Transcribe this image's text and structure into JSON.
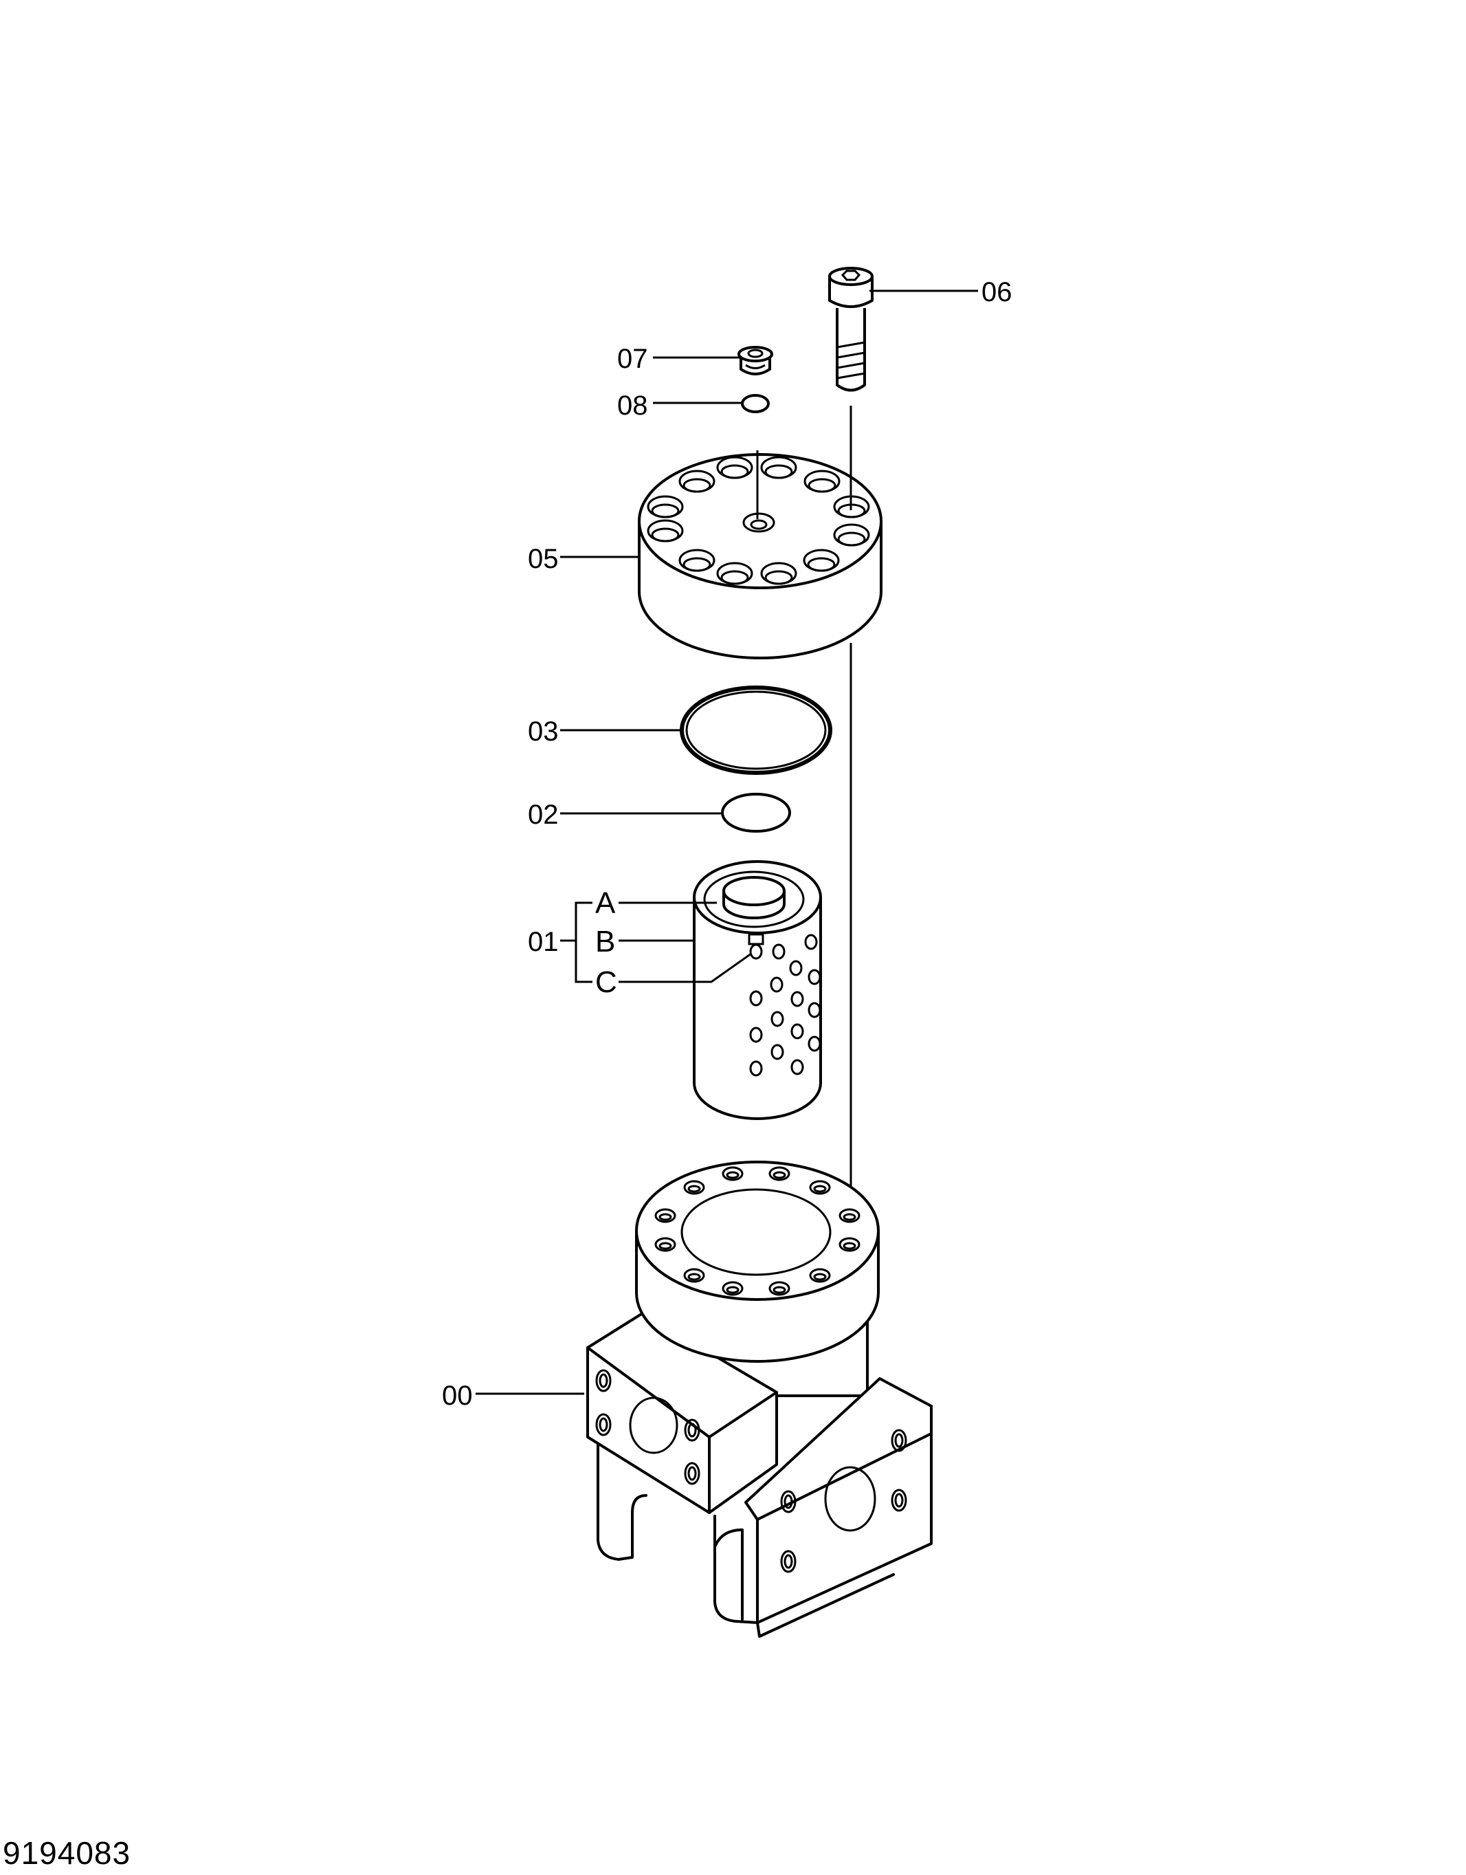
{
  "drawing_number": "9194083",
  "callouts": {
    "c00": "00",
    "c01": "01",
    "c02": "02",
    "c03": "03",
    "c05": "05",
    "c06": "06",
    "c07": "07",
    "c08": "08",
    "sub_a": "A",
    "sub_b": "B",
    "sub_c": "C"
  }
}
